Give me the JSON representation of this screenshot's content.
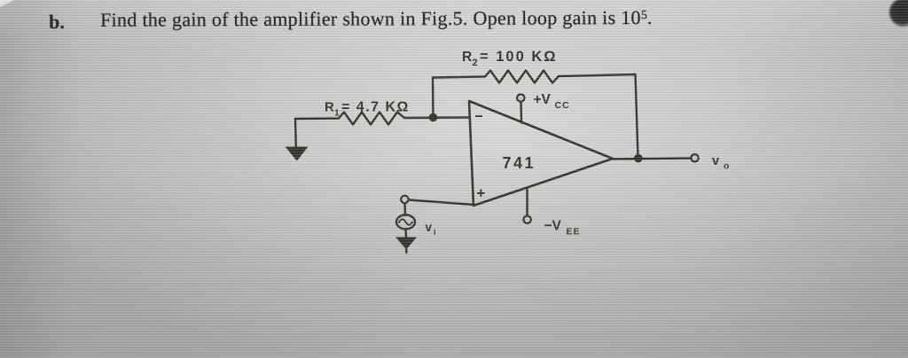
{
  "problem": {
    "label": "b.",
    "text_before_exponent": "Find the gain of the amplifier shown in Fig.5. Open loop gain is 10",
    "exponent": "5",
    "text_after_exponent": "."
  },
  "figure": {
    "r2_label": {
      "base": "R",
      "sub": "2",
      "eq": "= 100 KΩ"
    },
    "r1_label": {
      "base": "R",
      "sub": "1",
      "eq": "= 4.7 KΩ"
    },
    "opamp_part_number": "741",
    "inverting_input_sign": "−",
    "noninverting_input_sign": "+",
    "vcc_label": {
      "base": "+V",
      "sub": "CC"
    },
    "vee_label": {
      "base": "−V",
      "sub": "EE"
    },
    "vi_label": {
      "base": "v",
      "sub": "i"
    },
    "vo_label": {
      "base": "v",
      "sub": "o"
    },
    "colors": {
      "ink": "#32302c",
      "screen_gray": "#b5b5b3"
    }
  }
}
